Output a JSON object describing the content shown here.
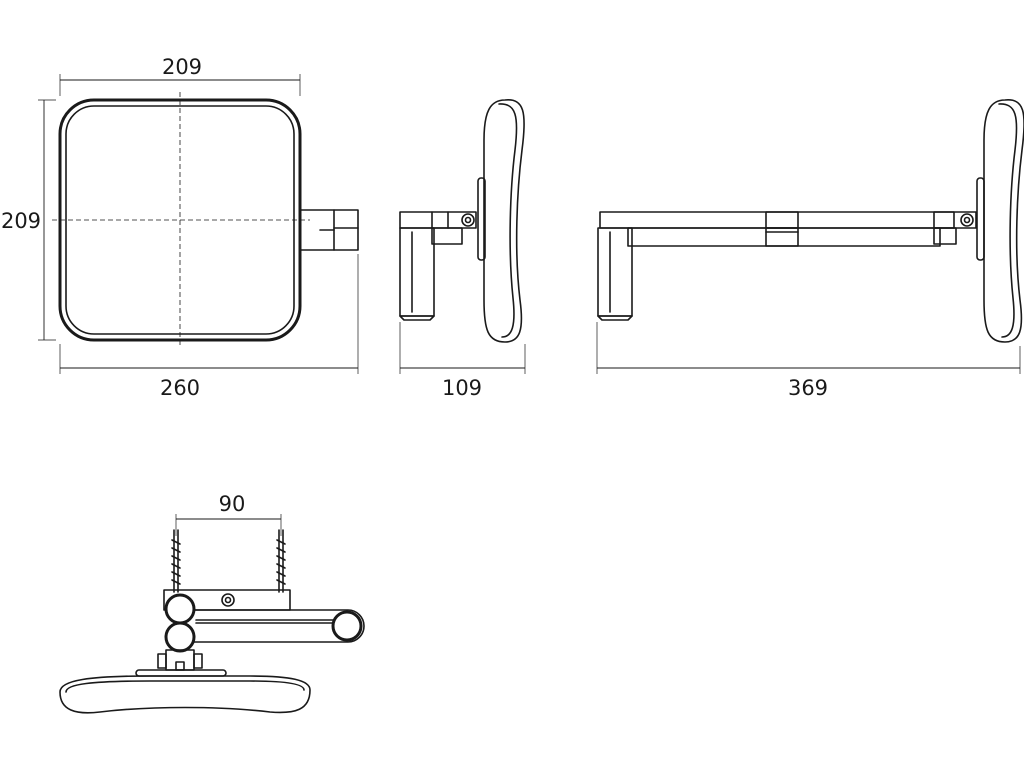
{
  "dimensions": {
    "front_width": "209",
    "front_height": "209",
    "front_total_width": "260",
    "side_depth": "109",
    "extended_depth": "369",
    "screw_spacing": "90"
  }
}
